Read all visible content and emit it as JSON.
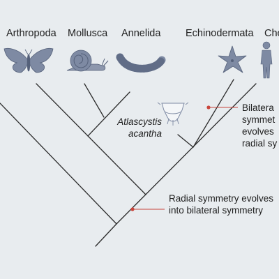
{
  "taxa": {
    "arthropoda": "Arthropoda",
    "mollusca": "Mollusca",
    "annelida": "Annelida",
    "echinodermata": "Echinodermata",
    "chordata": "Cho"
  },
  "fossil": {
    "line1": "Atlascystis",
    "line2": "acantha"
  },
  "annotations": {
    "bilateral_to_radial": {
      "line1": "Bilatera",
      "line2": "symmet",
      "line3": "evolves",
      "line4": "radial sy"
    },
    "radial_to_bilateral": {
      "line1": "Radial symmetry evolves",
      "line2": "into bilateral symmetry"
    }
  },
  "colors": {
    "background": "#e8ecef",
    "branch": "#2b2b2b",
    "marker": "#c9453b",
    "icon_fill": "#7e8aa3",
    "icon_dark": "#55617a"
  },
  "icons": [
    "butterfly-icon",
    "snail-icon",
    "worm-icon",
    "starfish-icon",
    "human-icon",
    "fossil-echinoderm-icon"
  ]
}
